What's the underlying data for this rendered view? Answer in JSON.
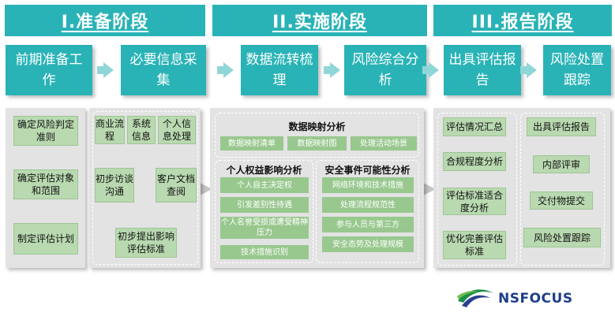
{
  "phases": [
    {
      "label": "I.准备阶段"
    },
    {
      "label": "II.实施阶段"
    },
    {
      "label": "III.报告阶段"
    }
  ],
  "steps": [
    {
      "label": "前期准备工作"
    },
    {
      "label": "必要信息采集"
    },
    {
      "label": "数据流转梳理"
    },
    {
      "label": "风险综合分析"
    },
    {
      "label": "出具评估报告"
    },
    {
      "label": "风险处置跟踪"
    }
  ],
  "panel1": {
    "items": [
      "确定风险判定准则",
      "确定评估对象和范围",
      "制定评估计划"
    ]
  },
  "panel2": {
    "top": [
      "商业流程",
      "系统信息",
      "个人信息处理"
    ],
    "middle": [
      "初步访谈沟通",
      "客户文档查阅"
    ],
    "bottom": "初步提出影响评估标准"
  },
  "panel3": {
    "header": "数据映射分析",
    "header_items": [
      "数据映射清单",
      "数据映射图",
      "处理活动场景"
    ],
    "left_title": "个人权益影响分析",
    "left_items": [
      "个人自主决定权",
      "引发差别性待遇",
      "个人名誉受损或遭受精神压力",
      "技术措施识别"
    ],
    "right_title": "安全事件可能性分析",
    "right_items": [
      "网络环境和技术措施",
      "处理流程规范性",
      "参与人员与第三方",
      "安全态势及处理规模"
    ]
  },
  "panel4": {
    "left_items": [
      "评估情况汇总",
      "合规程度分析",
      "评估标准适合度分析",
      "优化完善评估标准"
    ],
    "right_items": [
      "出具评估报告",
      "内部评审",
      "交付物提交",
      "风险处置跟踪"
    ]
  },
  "logo": {
    "text": "NSFOCUS"
  },
  "colors": {
    "teal": "#2ab3b6",
    "green": "#b9d9b0",
    "panel": "#e3e3e3",
    "arrow": "#8fd6d8"
  }
}
